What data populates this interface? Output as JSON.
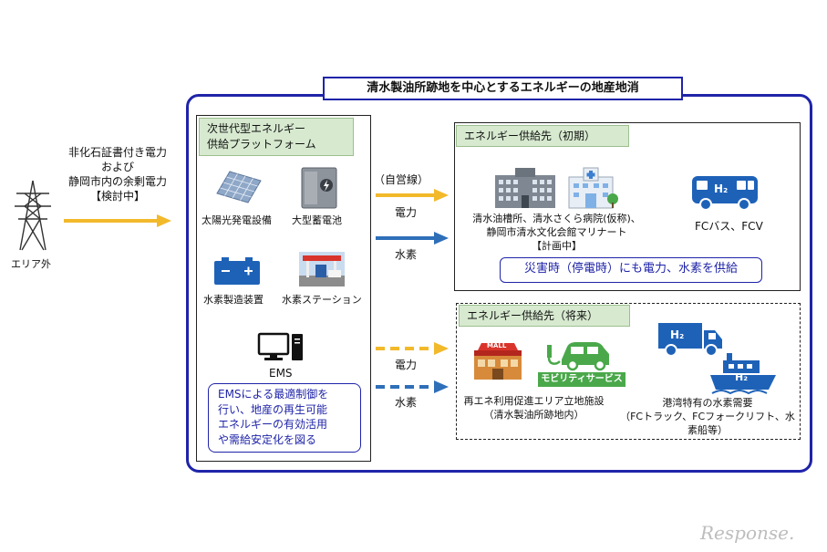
{
  "title": "清水製油所跡地を中心とするエネルギーの地産地消",
  "left": {
    "tower_label": "エリア外",
    "input_lines": [
      "非化石証書付き電力",
      "および",
      "静岡市内の余剰電力",
      "【検討中】"
    ]
  },
  "platform": {
    "label_lines": [
      "次世代型エネルギー",
      "供給プラットフォーム"
    ],
    "solar_label": "太陽光発電設備",
    "battery_label": "大型蓄電池",
    "electrolyzer_label": "水素製造装置",
    "station_label": "水素ステーション",
    "ems_label": "EMS",
    "ems_desc_lines": [
      "EMSによる最適制御を",
      "行い、地産の再生可能",
      "エネルギーの有効活用",
      "や需給安定化を図る"
    ]
  },
  "arrows": {
    "self_line": "（自営線）",
    "power_top": "電力",
    "hydrogen_top": "水素",
    "power_bottom": "電力",
    "hydrogen_bottom": "水素"
  },
  "supply_initial": {
    "label": "エネルギー供給先（初期）",
    "facilities_lines": [
      "清水油槽所、清水さくら病院(仮称)、",
      "静岡市清水文化会館マリナート",
      "【計画中】"
    ],
    "bus_label": "FCバス、FCV",
    "bus_text": "H₂",
    "disaster": "災害時（停電時）にも電力、水素を供給"
  },
  "supply_future": {
    "label": "エネルギー供給先（将来）",
    "mall_text": "MALL",
    "mobility_text": "モビリティサービス",
    "facility_lines": [
      "再エネ利用促進エリア立地施設",
      "（清水製油所跡地内）"
    ],
    "truck_text": "H₂",
    "ship_text": "H₂",
    "demand_lines": [
      "港湾特有の水素需要",
      "（FCトラック、FCフォークリフト、水素船等）"
    ]
  },
  "watermark": "Response."
}
